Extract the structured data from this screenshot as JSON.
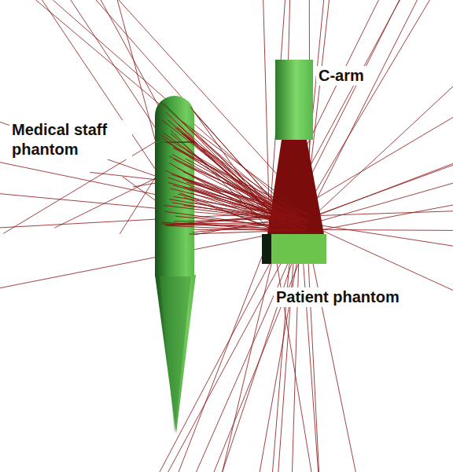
{
  "diagram": {
    "labels": [
      "C-arm",
      "Medical staff phantom",
      "Patient phantom"
    ]
  }
}
